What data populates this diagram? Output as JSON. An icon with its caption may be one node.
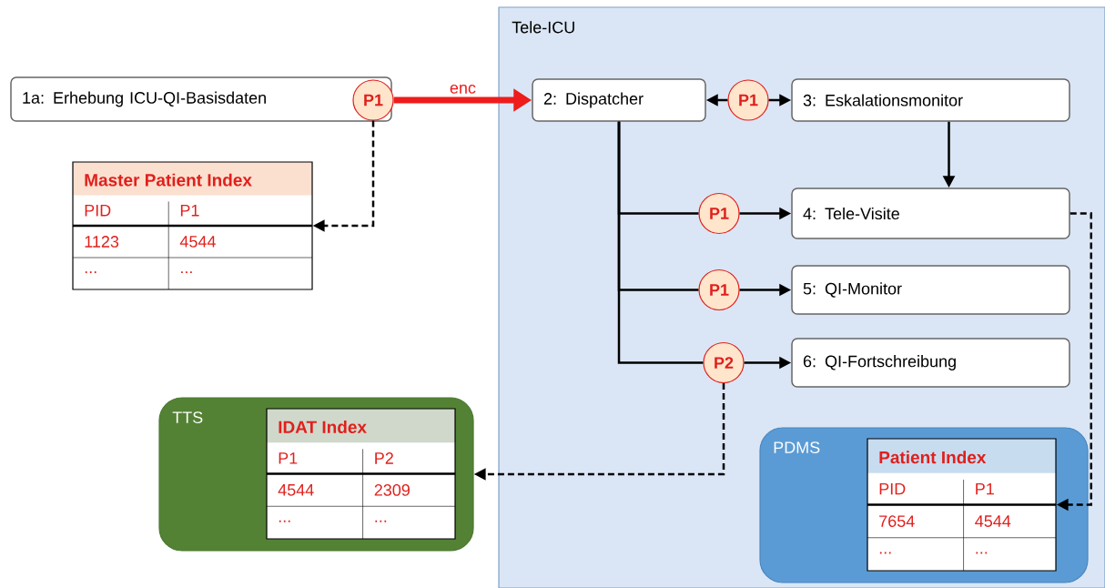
{
  "diagram": {
    "nodes": [
      {
        "text": [
          "Tele-ICU"
        ]
      },
      {
        "text": [
          "1a: Erhebung ICU-QI-Basisdaten"
        ]
      },
      {
        "text": [
          "P1"
        ],
        "in": 1
      },
      {
        "text": [
          "2: Dispatcher"
        ],
        "in": 0
      },
      {
        "text": [
          "P1"
        ],
        "in": 0
      },
      {
        "text": [
          "3: Eskalationsmonitor"
        ],
        "in": 0
      },
      {
        "text": [
          "P1"
        ],
        "in": 0
      },
      {
        "text": [
          "4: Tele-Visite"
        ],
        "in": 0
      },
      {
        "text": [
          "P1"
        ],
        "in": 0
      },
      {
        "text": [
          "5: QI-Monitor"
        ],
        "in": 0
      },
      {
        "text": [
          "P2"
        ],
        "in": 0
      },
      {
        "text": [
          "6: QI-Fortschreibung"
        ],
        "in": 0
      },
      {
        "text": [
          "Master Patient Index",
          "PID",
          "P1",
          "1123",
          "4544",
          "...",
          "..."
        ]
      },
      {
        "text": [
          "TTS"
        ]
      },
      {
        "text": [
          "IDAT Index",
          "P1",
          "P2",
          "4544",
          "2309",
          "...",
          "..."
        ],
        "in": 13
      },
      {
        "text": [
          "PDMS"
        ],
        "in": 0
      },
      {
        "text": [
          "Patient Index",
          "PID",
          "P1",
          "7654",
          "4544",
          "...",
          "..."
        ],
        "in": 15
      }
    ],
    "edges": [
      {
        "from": 2,
        "to": 3,
        "arrow": "to",
        "label": "enc",
        "style": "thick",
        "color": "#ee1c1c"
      },
      {
        "from": 4,
        "to": 3,
        "arrow": "to"
      },
      {
        "from": 4,
        "to": 5,
        "arrow": "to"
      },
      {
        "from": 5,
        "to": 7,
        "arrow": "to"
      },
      {
        "from": 3,
        "to": 6,
        "arrow": "none"
      },
      {
        "from": 6,
        "to": 7,
        "arrow": "to"
      },
      {
        "from": 3,
        "to": 8,
        "arrow": "none"
      },
      {
        "from": 8,
        "to": 9,
        "arrow": "to"
      },
      {
        "from": 3,
        "to": 10,
        "arrow": "none"
      },
      {
        "from": 10,
        "to": 11,
        "arrow": "to"
      },
      {
        "from": 2,
        "to": 12,
        "arrow": "to",
        "style": "dashed"
      },
      {
        "from": 10,
        "to": 13,
        "arrow": "to",
        "style": "dashed"
      },
      {
        "from": 7,
        "to": 16,
        "arrow": "to",
        "style": "dashed"
      }
    ]
  }
}
